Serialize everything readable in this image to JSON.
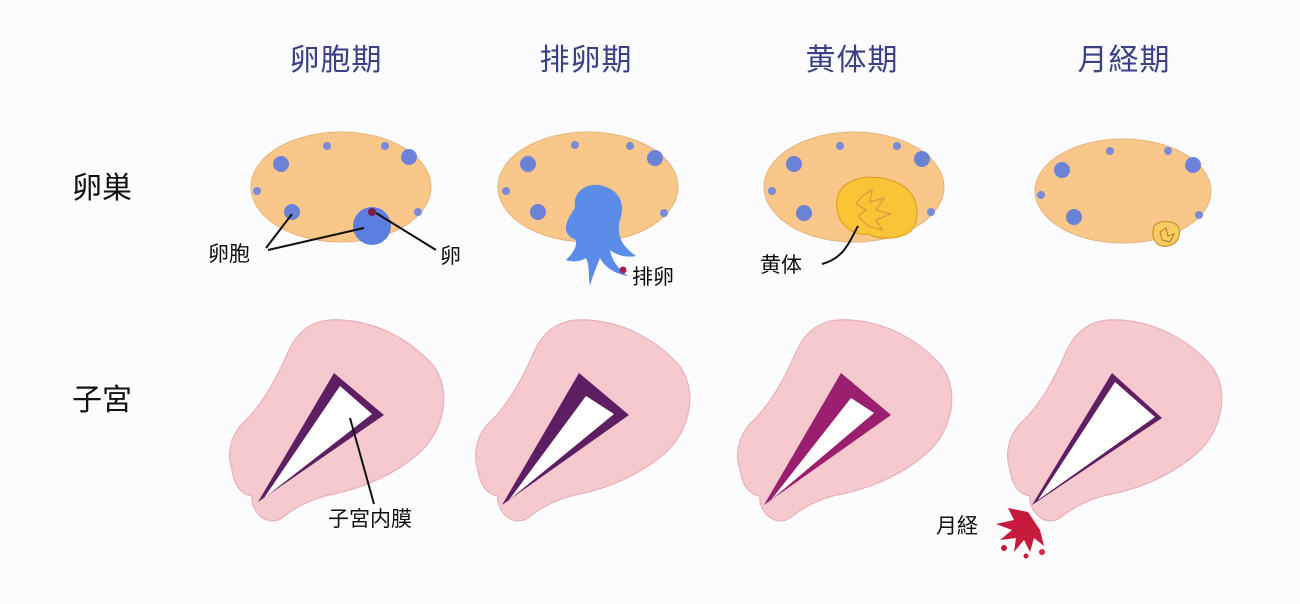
{
  "phases": [
    "卵胞期",
    "排卵期",
    "黄体期",
    "月経期"
  ],
  "rows": {
    "ovary": "卵巣",
    "uterus": "子宮"
  },
  "annotations": {
    "follicle": "卵胞",
    "egg": "卵",
    "ovulation": "排卵",
    "corpus_luteum": "黄体",
    "endometrium": "子宮内膜",
    "menstruation": "月経"
  },
  "colors": {
    "ovary": "#f9c78a",
    "follicle": "#6b83d6",
    "uterus": "#f6c9cf",
    "endometrium": "#6b2066",
    "corpus_luteum": "#f9c436",
    "blood": "#c61a3c"
  }
}
